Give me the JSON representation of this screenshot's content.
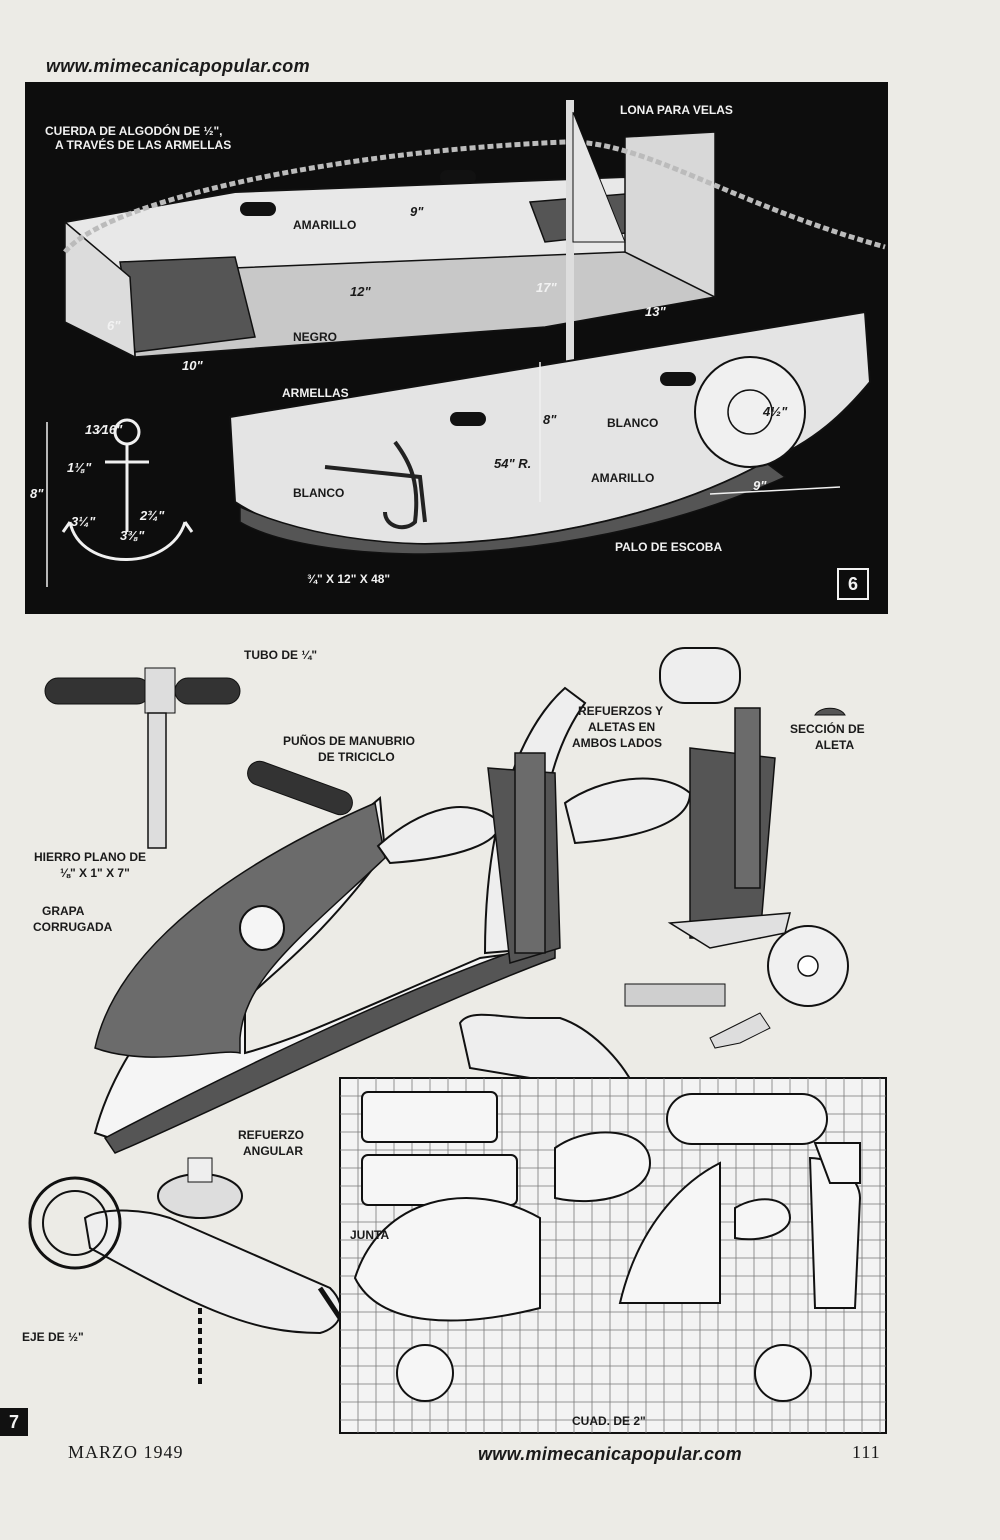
{
  "header": {
    "url": "www.mimecanicapopular.com"
  },
  "figure6": {
    "number": "6",
    "labels": {
      "rope": "CUERDA DE ALGODÓN DE ½\",",
      "rope2": "A TRAVÉS DE LAS ARMELLAS",
      "sail": "LONA PARA VELAS",
      "yellow_top": "AMARILLO",
      "black": "NEGRO",
      "eyebolts": "ARMELLAS",
      "white_anchor": "BLANCO",
      "white_wheel": "BLANCO",
      "yellow_side": "AMARILLO",
      "broomstick": "PALO DE ESCOBA",
      "board": "¾\" X 12\" X 48\"",
      "radius": "54\" R."
    },
    "dimensions": {
      "d9": "9\"",
      "d12": "12\"",
      "d17": "17\"",
      "d13": "13\"",
      "d6": "6\"",
      "d10": "10\"",
      "d8mast": "8\"",
      "d4half": "4½\"",
      "d9b": "9\"",
      "a13_16": "13⁄16\"",
      "a1_1_8": "1⅛\"",
      "a8": "8\"",
      "a3_1_4": "3¼\"",
      "a2_3_4": "2¾\"",
      "a3_3_8": "3⅜\""
    }
  },
  "figure7": {
    "number": "7",
    "labels": {
      "tube": "TUBO DE ¼\"",
      "grips": "PUÑOS DE MANUBRIO",
      "grips2": "DE TRICICLO",
      "flatbar": "HIERRO PLANO DE",
      "flatbar2": "⅛\" X 1\" X 7\"",
      "staple": "GRAPA",
      "staple2": "CORRUGADA",
      "braces": "REFUERZOS Y",
      "braces2": "ALETAS EN",
      "braces3": "AMBOS LADOS",
      "section": "SECCIÓN DE",
      "section2": "ALETA",
      "angle": "REFUERZO",
      "angle2": "ANGULAR",
      "joint": "JUNTA",
      "axle": "EJE DE ½\"",
      "grid": "CUAD. DE 2\""
    }
  },
  "footer": {
    "issue": "MARZO 1949",
    "url": "www.mimecanicapopular.com",
    "page": "111"
  }
}
